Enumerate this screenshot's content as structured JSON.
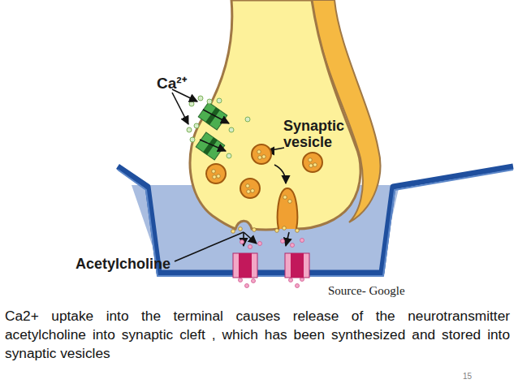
{
  "diagram": {
    "caption": "Ca2+ uptake into the terminal causes release of the neurotransmitter acetylcholine into synaptic cleft , which has been synthesized and stored into synaptic vesicles",
    "labels": [
      "Ca²⁺",
      "Synaptic vesicle",
      "Acetylcholine",
      "Source- Google",
      "15"
    ]
  }
}
